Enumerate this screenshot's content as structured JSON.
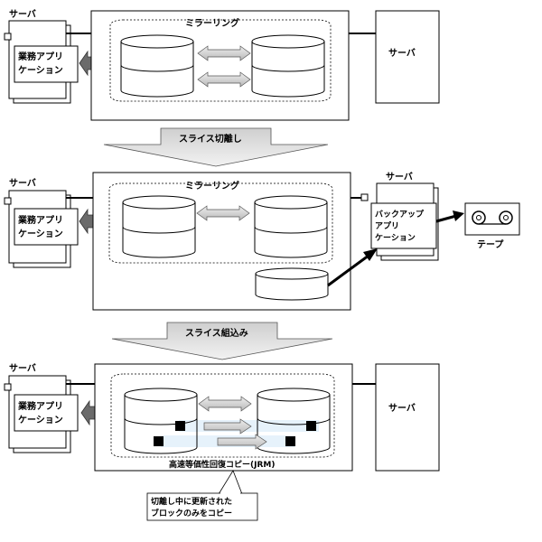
{
  "stage1": {
    "server_left": "サーバ",
    "app_line1": "業務アプリ",
    "app_line2": "ケーション",
    "mirroring": "ミラーリング",
    "server_right": "サーバ"
  },
  "transition1": "スライス切離し",
  "stage2": {
    "server_left": "サーバ",
    "app_line1": "業務アプリ",
    "app_line2": "ケーション",
    "mirroring": "ミラーリング",
    "server_right": "サーバ",
    "backup_line1": "バックアップ",
    "backup_line2": "アプリ",
    "backup_line3": "ケーション",
    "tape": "テープ"
  },
  "transition2": "スライス組込み",
  "stage3": {
    "server_left": "サーバ",
    "app_line1": "業務アプリ",
    "app_line2": "ケーション",
    "server_right": "サーバ",
    "jrm": "高速等価性回復コピー(JRM)",
    "callout_line1": "切離し中に更新された",
    "callout_line2": "ブロックのみをコピー"
  }
}
